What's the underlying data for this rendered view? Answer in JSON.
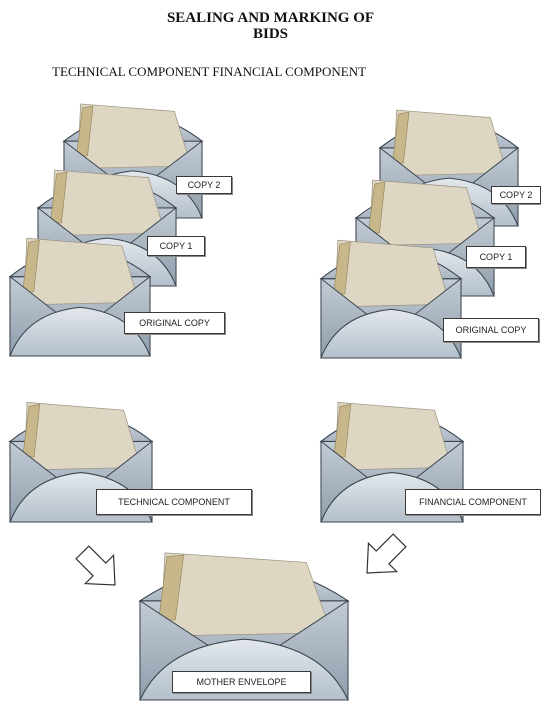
{
  "title_line1": "SEALING AND MARKING OF",
  "title_line2": "BIDS",
  "subtitle": "TECHNICAL COMPONENT FINANCIAL COMPONENT",
  "labels": {
    "tech_copy2": "COPY 2",
    "tech_copy1": "COPY 1",
    "tech_original": "ORIGINAL COPY",
    "fin_copy2": "COPY 2",
    "fin_copy1": "COPY 1",
    "fin_original": "ORIGINAL COPY",
    "technical_component": "TECHNICAL COMPONENT",
    "financial_component": "FINANCIAL COMPONENT",
    "mother_envelope": "MOTHER ENVELOPE"
  },
  "colors": {
    "envelope_body": "#a9b6c2",
    "envelope_flap": "#c9d3dc",
    "paper": "#ddd6c2",
    "tape": "#c8b78a",
    "outline": "#3c4650"
  }
}
